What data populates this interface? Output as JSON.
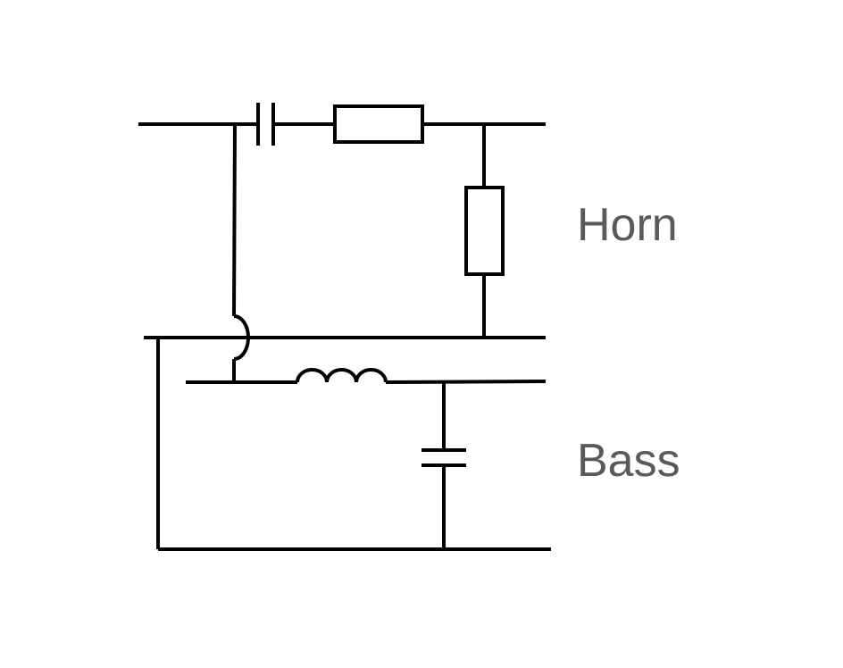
{
  "diagram": {
    "labels": {
      "horn": "Horn",
      "bass": "Bass"
    },
    "colors": {
      "line": "#000000",
      "label_text": "#5a5a5a",
      "background": "#ffffff"
    },
    "components": [
      {
        "id": "C1",
        "kind": "capacitor",
        "branch": "horn"
      },
      {
        "id": "R1",
        "kind": "resistor",
        "branch": "horn"
      },
      {
        "id": "R2",
        "kind": "resistor",
        "branch": "horn"
      },
      {
        "id": "L1",
        "kind": "inductor",
        "branch": "bass"
      },
      {
        "id": "C2",
        "kind": "capacitor",
        "branch": "bass"
      }
    ]
  }
}
